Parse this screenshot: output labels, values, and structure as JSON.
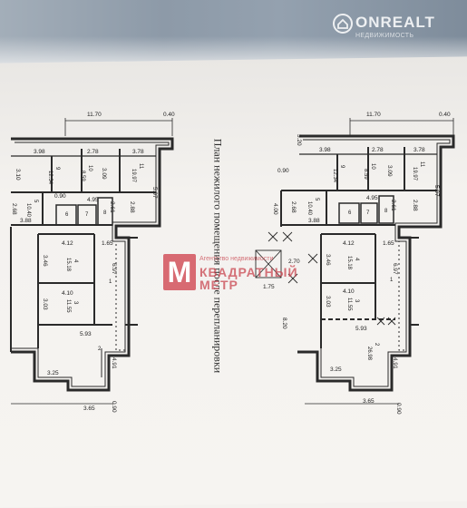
{
  "title": "План нежилого помещения после перепланировки",
  "watermarks": {
    "onrealt_name": "ONREALT",
    "onrealt_sub": "НЕДВИЖИМОСТЬ",
    "agency_logo_letter": "М",
    "agency_line1": "Агентство недвижимости",
    "agency_line2": "КВАДРАТНЫЙ",
    "agency_line3": "МЕТР"
  },
  "plan_left": {
    "dims": [
      "11.70",
      "0.40",
      "3.98",
      "2.78",
      "3.78",
      "3.10",
      "3.09",
      "0.90",
      "2.68",
      "3.88",
      "4.95",
      "2.61",
      "2.88",
      "5.97",
      "4.12",
      "1.65",
      "3.46",
      "4.10",
      "6.97",
      "3.03",
      "5.93",
      "4.91",
      "3.25",
      "3.65",
      "0.90"
    ],
    "rooms": [
      {
        "num": "9",
        "area": "12.34"
      },
      {
        "num": "10",
        "area": "8.59"
      },
      {
        "num": "11",
        "area": "19.97"
      },
      {
        "num": "5",
        "area": "10.40"
      },
      {
        "num": "6",
        "area": ""
      },
      {
        "num": "7",
        "area": ""
      },
      {
        "num": "8",
        "area": ""
      },
      {
        "num": "4",
        "area": "15.18"
      },
      {
        "num": "1",
        "area": ""
      },
      {
        "num": "3",
        "area": "11.55"
      },
      {
        "num": "2",
        "area": ""
      }
    ]
  },
  "plan_right": {
    "dims": [
      "11.70",
      "0.40",
      "3.98",
      "2.78",
      "3.78",
      "3.20",
      "0.90",
      "3.09",
      "4.00",
      "2.68",
      "3.88",
      "4.95",
      "2.61",
      "2.88",
      "5.97",
      "4.12",
      "1.65",
      "3.46",
      "4.10",
      "6.97",
      "2.70",
      "3.03",
      "8.20",
      "5.93",
      "4.91",
      "3.25",
      "3.65",
      "0.90",
      "1.75"
    ],
    "rooms": [
      {
        "num": "9",
        "area": "12.34"
      },
      {
        "num": "10",
        "area": "8.59"
      },
      {
        "num": "11",
        "area": "19.97"
      },
      {
        "num": "5",
        "area": "10.40"
      },
      {
        "num": "6",
        "area": ""
      },
      {
        "num": "7",
        "area": ""
      },
      {
        "num": "8",
        "area": ""
      },
      {
        "num": "4",
        "area": "15.18"
      },
      {
        "num": "1",
        "area": ""
      },
      {
        "num": "3",
        "area": "11.55"
      },
      {
        "num": "2",
        "area": "26.98"
      }
    ]
  }
}
